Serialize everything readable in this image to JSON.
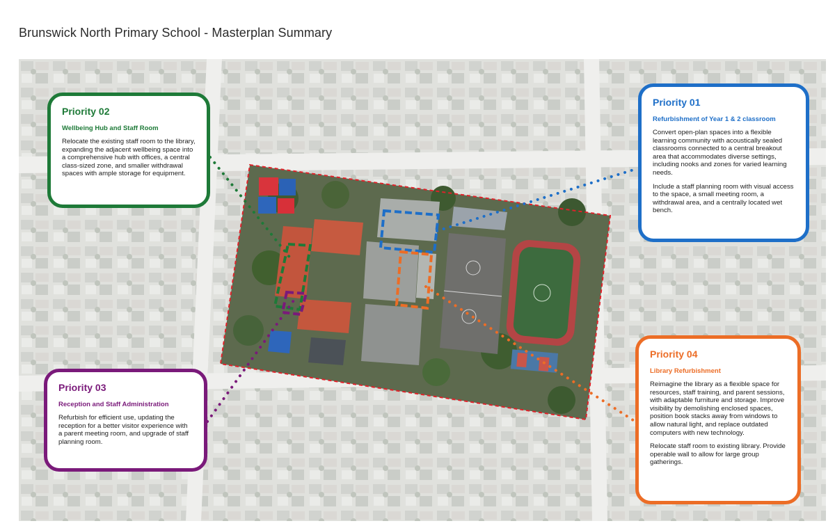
{
  "page": {
    "title": "Brunswick North Primary School - Masterplan Summary"
  },
  "colors": {
    "priority_01": "#1e6fc8",
    "priority_02": "#1e7a38",
    "priority_03": "#7a1a7a",
    "priority_04": "#ec6d26",
    "site_boundary": "#e0222a"
  },
  "priorities": [
    {
      "title": "Priority 01",
      "subtitle": "Refurbishment of Year 1 & 2 classroom",
      "body": [
        "Convert open-plan spaces into a flexible learning community with acoustically sealed classrooms connected to a central breakout area that accommodates diverse settings, including nooks and zones for varied learning needs.",
        "Include a staff planning room with visual access to the space, a small meeting room, a withdrawal area, and a centrally located wet bench."
      ]
    },
    {
      "title": "Priority 02",
      "subtitle": "Wellbeing Hub and Staff Room",
      "body": [
        "Relocate the existing staff room to the library, expanding the adjacent wellbeing space into a comprehensive hub with offices, a central class-sized zone, and smaller withdrawal spaces with ample storage for equipment."
      ]
    },
    {
      "title": "Priority 03",
      "subtitle": "Reception and Staff Administration",
      "body": [
        "Refurbish for efficient use, updating the reception for a better visitor experience with a parent meeting room, and upgrade of staff planning room."
      ]
    },
    {
      "title": "Priority 04",
      "subtitle": "Library Refurbishment",
      "body": [
        "Reimagine the library as a flexible space for resources, staff training, and parent sessions, with adaptable furniture and storage. Improve visibility by demolishing enclosed spaces, position book stacks away from windows to allow natural light, and replace outdated computers with new technology.",
        "Relocate staff room to existing library. Provide operable wall to allow for large group gatherings."
      ]
    }
  ]
}
